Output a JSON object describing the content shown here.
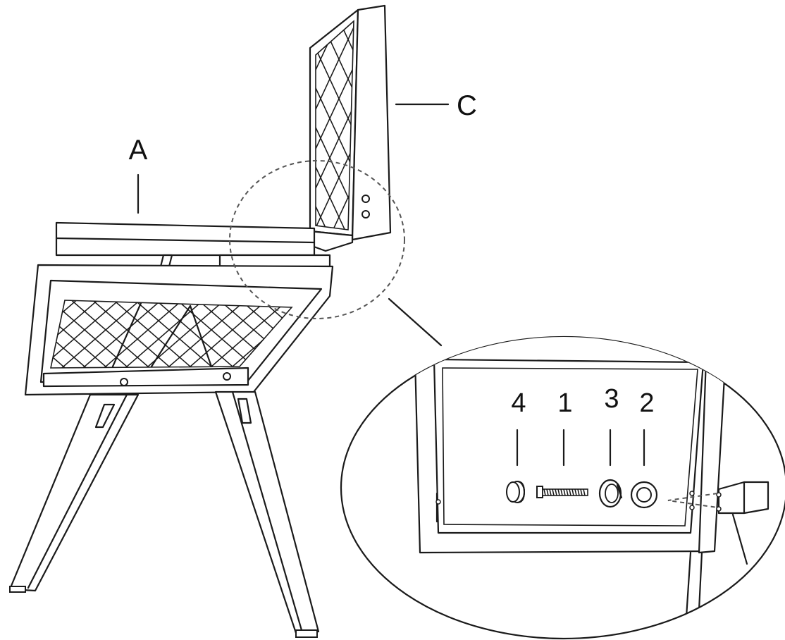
{
  "labels": {
    "seat": "A",
    "backrest": "C"
  },
  "detail": {
    "parts": [
      {
        "number": "4",
        "item": "cap"
      },
      {
        "number": "1",
        "item": "bolt"
      },
      {
        "number": "3",
        "item": "spring-washer"
      },
      {
        "number": "2",
        "item": "flat-washer"
      }
    ]
  }
}
